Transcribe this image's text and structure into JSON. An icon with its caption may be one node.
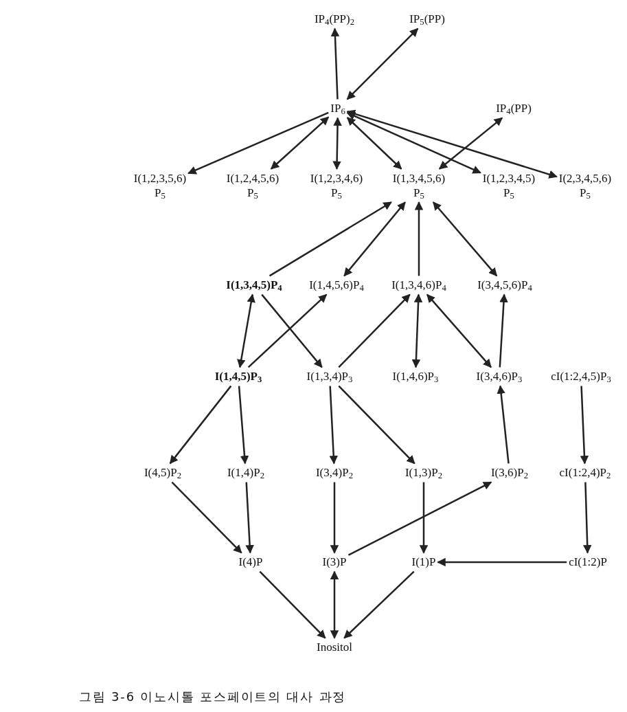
{
  "diagram": {
    "caption": "그림 3-6 이노시톨 포스페이트의 대사 과정",
    "nodes": [
      {
        "text": [
          "IP$_{4}$(PP)$_{2}$"
        ]
      },
      {
        "text": [
          "IP$_{5}$(PP)"
        ]
      },
      {
        "text": [
          "IP$_{6}$"
        ]
      },
      {
        "text": [
          "IP$_{4}$(PP)"
        ]
      },
      {
        "text": [
          "I(1,2,3,5,6) P$_{5}$"
        ]
      },
      {
        "text": [
          "I(1,2,4,5,6) P$_{5}$"
        ]
      },
      {
        "text": [
          "I(1,2,3,4,6) P$_{5}$"
        ]
      },
      {
        "text": [
          "I(1,3,4,5,6) P$_{5}$"
        ]
      },
      {
        "text": [
          "I(1,2,3,4,5) P$_{5}$"
        ]
      },
      {
        "text": [
          "I(2,3,4,5,6) P$_{5}$"
        ]
      },
      {
        "text": [
          "**I(1,3,4,5)P$_{4}$**"
        ]
      },
      {
        "text": [
          "I(1,4,5,6)P$_{4}$"
        ]
      },
      {
        "text": [
          "I(1,3,4,6)P$_{4}$"
        ]
      },
      {
        "text": [
          "I(3,4,5,6)P$_{4}$"
        ]
      },
      {
        "text": [
          "**I(1,4,5)P$_{3}$**"
        ]
      },
      {
        "text": [
          "I(1,3,4)P$_{3}$"
        ]
      },
      {
        "text": [
          "I(1,4,6)P$_{3}$"
        ]
      },
      {
        "text": [
          "I(3,4,6)P$_{3}$"
        ]
      },
      {
        "text": [
          "cI(1:2,4,5)P$_{3}$"
        ]
      },
      {
        "text": [
          "I(4,5)P$_{2}$"
        ]
      },
      {
        "text": [
          "I(1,4)P$_{2}$"
        ]
      },
      {
        "text": [
          "I(3,4)P$_{2}$"
        ]
      },
      {
        "text": [
          "I(1,3)P$_{2}$"
        ]
      },
      {
        "text": [
          "I(3,6)P$_{2}$"
        ]
      },
      {
        "text": [
          "cI(1:2,4)P$_{2}$"
        ]
      },
      {
        "text": [
          "I(4)P"
        ]
      },
      {
        "text": [
          "I(3)P"
        ]
      },
      {
        "text": [
          "I(1)P"
        ]
      },
      {
        "text": [
          "cI(1:2)P"
        ]
      },
      {
        "text": [
          "Inositol"
        ]
      }
    ],
    "edges": [
      {
        "from": 2,
        "to": 0,
        "arrow": "to"
      },
      {
        "from": 2,
        "to": 1,
        "arrow": "both"
      },
      {
        "from": 2,
        "to": 4,
        "arrow": "to"
      },
      {
        "from": 2,
        "to": 5,
        "arrow": "both"
      },
      {
        "from": 2,
        "to": 6,
        "arrow": "both"
      },
      {
        "from": 2,
        "to": 7,
        "arrow": "both"
      },
      {
        "from": 2,
        "to": 8,
        "arrow": "both"
      },
      {
        "from": 2,
        "to": 9,
        "arrow": "both"
      },
      {
        "from": 7,
        "to": 3,
        "arrow": "both"
      },
      {
        "from": 10,
        "to": 7,
        "arrow": "to"
      },
      {
        "from": 7,
        "to": 11,
        "arrow": "both"
      },
      {
        "from": 12,
        "to": 7,
        "arrow": "to"
      },
      {
        "from": 7,
        "to": 13,
        "arrow": "both"
      },
      {
        "from": 10,
        "to": 14,
        "arrow": "both"
      },
      {
        "from": 10,
        "to": 15,
        "arrow": "to"
      },
      {
        "from": 14,
        "to": 11,
        "arrow": "to"
      },
      {
        "from": 15,
        "to": 12,
        "arrow": "to"
      },
      {
        "from": 12,
        "to": 16,
        "arrow": "both"
      },
      {
        "from": 12,
        "to": 17,
        "arrow": "both"
      },
      {
        "from": 17,
        "to": 13,
        "arrow": "to"
      },
      {
        "from": 14,
        "to": 19,
        "arrow": "to"
      },
      {
        "from": 14,
        "to": 20,
        "arrow": "to"
      },
      {
        "from": 15,
        "to": 21,
        "arrow": "to"
      },
      {
        "from": 15,
        "to": 22,
        "arrow": "to"
      },
      {
        "from": 23,
        "to": 17,
        "arrow": "to"
      },
      {
        "from": 18,
        "to": 24,
        "arrow": "to"
      },
      {
        "from": 19,
        "to": 25,
        "arrow": "to"
      },
      {
        "from": 20,
        "to": 25,
        "arrow": "to"
      },
      {
        "from": 21,
        "to": 26,
        "arrow": "to"
      },
      {
        "from": 26,
        "to": 23,
        "arrow": "to"
      },
      {
        "from": 22,
        "to": 27,
        "arrow": "to"
      },
      {
        "from": 24,
        "to": 28,
        "arrow": "to"
      },
      {
        "from": 28,
        "to": 27,
        "arrow": "to"
      },
      {
        "from": 25,
        "to": 29,
        "arrow": "to"
      },
      {
        "from": 26,
        "to": 29,
        "arrow": "both"
      },
      {
        "from": 27,
        "to": 29,
        "arrow": "to"
      }
    ]
  }
}
